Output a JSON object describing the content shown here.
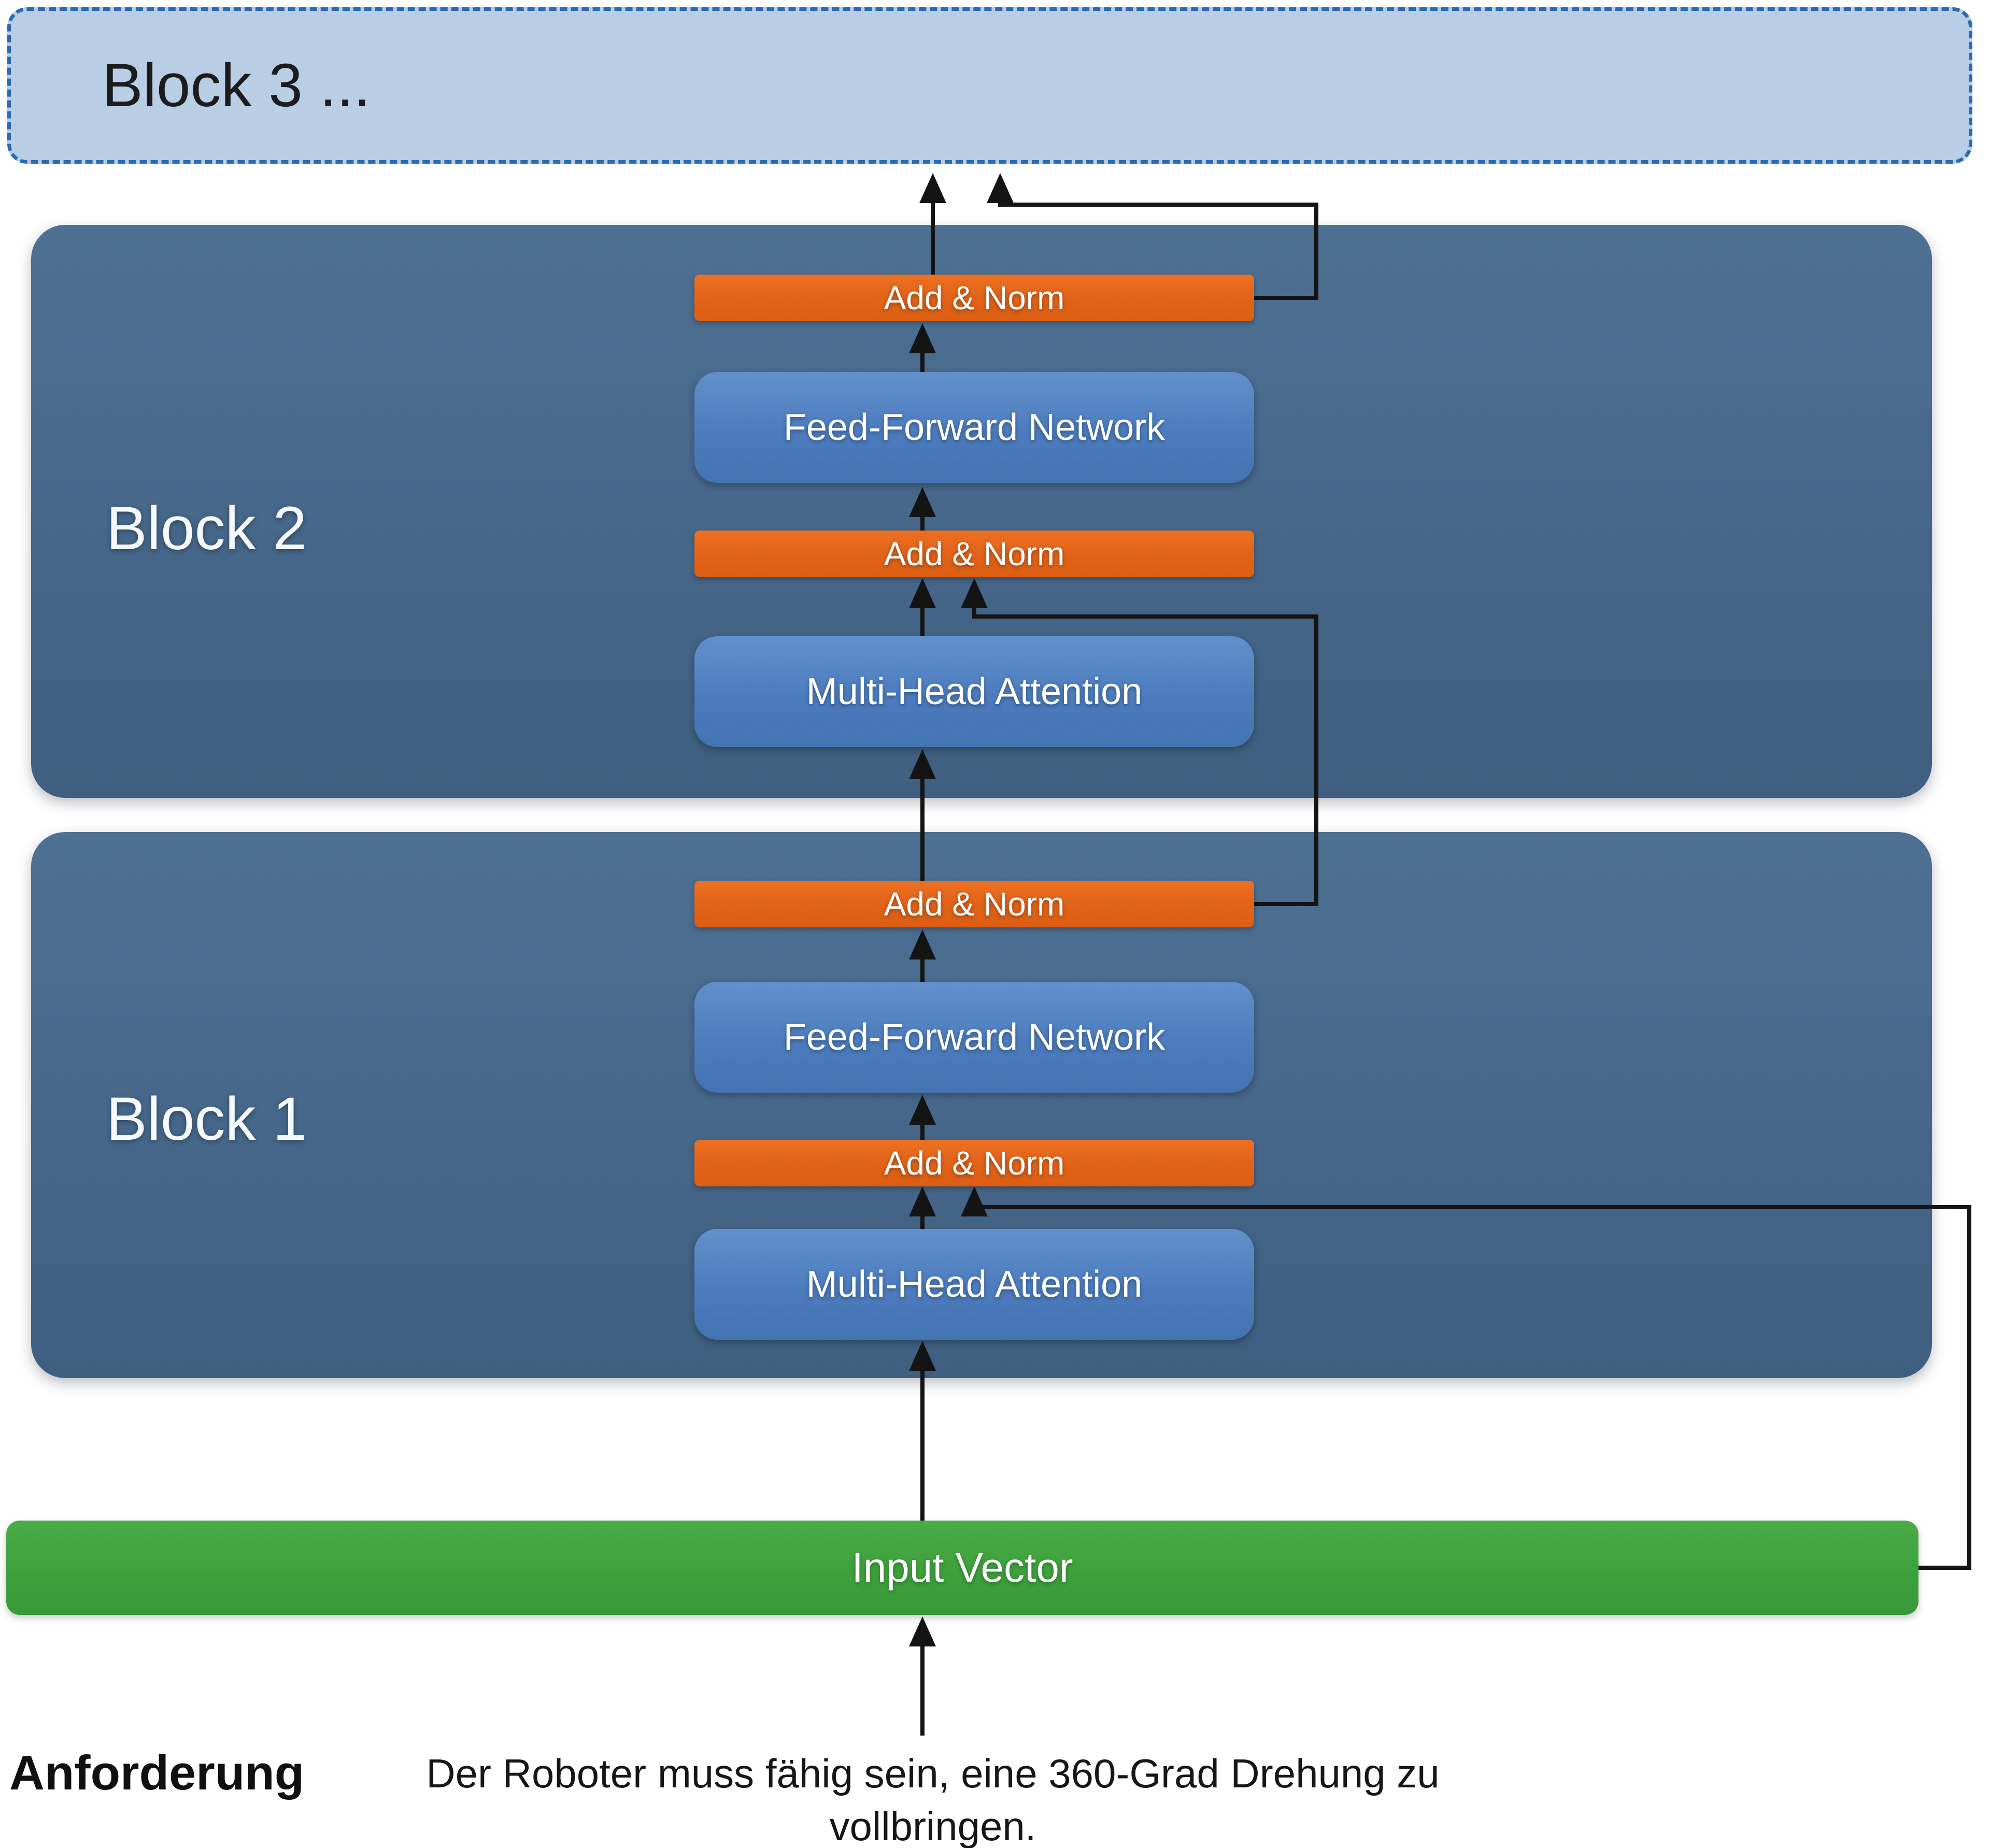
{
  "blocks": {
    "block3": {
      "label": "Block 3 ..."
    },
    "block2": {
      "label": "Block 2",
      "add_norm_top": "Add & Norm",
      "ffn": "Feed-Forward Network",
      "add_norm_bottom": "Add & Norm",
      "mha": "Multi-Head Attention"
    },
    "block1": {
      "label": "Block 1",
      "add_norm_top": "Add & Norm",
      "ffn": "Feed-Forward Network",
      "add_norm_bottom": "Add & Norm",
      "mha": "Multi-Head Attention"
    },
    "input_vector": {
      "label": "Input Vector"
    }
  },
  "annotation": {
    "label": "Anforderung",
    "text_line1": "Der Roboter muss fähig sein, eine 360-Grad Drehung zu",
    "text_line2": "vollbringen."
  },
  "colors": {
    "block_fill": "#46678a",
    "block3_fill": "#b9cde4",
    "block3_border": "#2a6cb4",
    "add_norm_orange": "#e2641a",
    "module_blue": "#4c7cbe",
    "input_green": "#3fa23d",
    "connector_black": "#141414",
    "label_white": "#ffffff",
    "text_black": "#161616"
  }
}
